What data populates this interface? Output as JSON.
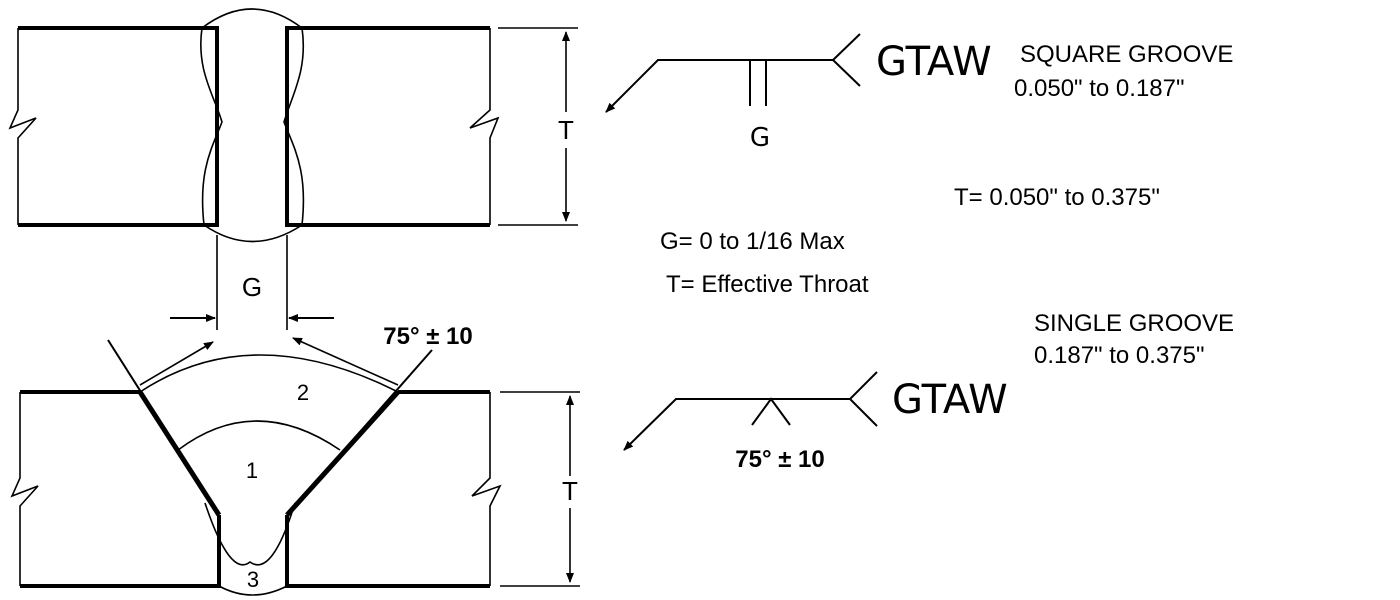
{
  "top_joint": {
    "gap_label": "G",
    "thickness_label": "T"
  },
  "bottom_joint": {
    "angle_label": "75° ± 10",
    "pass_labels": [
      "2",
      "1",
      "3"
    ],
    "thickness_label": "T"
  },
  "square_symbol": {
    "process": "GTAW",
    "gap_label": "G",
    "title": "SQUARE GROOVE",
    "range": "0.050\" to 0.187\""
  },
  "single_symbol": {
    "process": "GTAW",
    "angle_label": "75° ± 10",
    "title": "SINGLE GROOVE",
    "range": "0.187\" to 0.375\""
  },
  "notes": {
    "thickness_range": "T= 0.050\" to 0.375\"",
    "gap_max": "G= 0 to 1/16 Max",
    "throat": "T= Effective Throat"
  },
  "icons": {
    "arrowheads": "arrow-icon",
    "break": "break-line-icon"
  }
}
